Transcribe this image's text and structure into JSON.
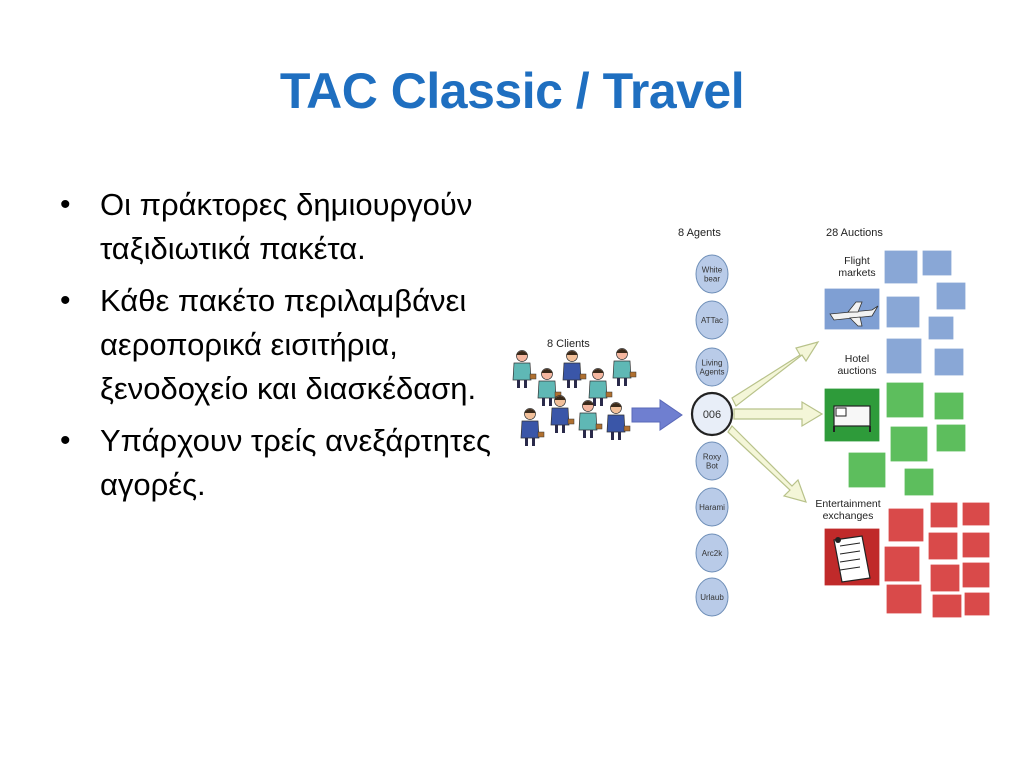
{
  "slide": {
    "title": "TAC Classic / Travel",
    "bullets": [
      "Οι πράκτορες δημιουργούν ταξιδιωτικά πακέτα.",
      "Κάθε πακέτο περιλαμβάνει αεροπορικά εισιτήρια, ξενοδοχείο και διασκέδαση.",
      "Υπάρχουν τρείς ανεξάρτητες αγορές."
    ]
  },
  "diagram": {
    "clients_label": "8 Clients",
    "agents_label": "8  Agents",
    "auctions_label": "28 Auctions",
    "agents": [
      [
        "White",
        "bear"
      ],
      [
        "ATTac"
      ],
      [
        "Living",
        "Agents"
      ],
      [
        "006"
      ],
      [
        "Roxy",
        "Bot"
      ],
      [
        "Harami"
      ],
      [
        "Arc2k"
      ],
      [
        "Urlaub"
      ]
    ],
    "markets": [
      {
        "label": [
          "Flight",
          "markets"
        ],
        "color": "#7f9fd3",
        "icon": "airplane-icon"
      },
      {
        "label": [
          "Hotel",
          "auctions"
        ],
        "color": "#4fb84f",
        "icon": "bed-icon"
      },
      {
        "label": [
          "Entertainment",
          "exchanges"
        ],
        "color": "#d63b3b",
        "icon": "ticket-icon"
      }
    ],
    "colors": {
      "agent_fill": "#b9cbe8",
      "agent_stroke": "#6f8fb8",
      "arrow_fill": "#f4f6d8",
      "arrow_stroke": "#b8c28a",
      "client_arrow": "#6f7fd0"
    }
  }
}
